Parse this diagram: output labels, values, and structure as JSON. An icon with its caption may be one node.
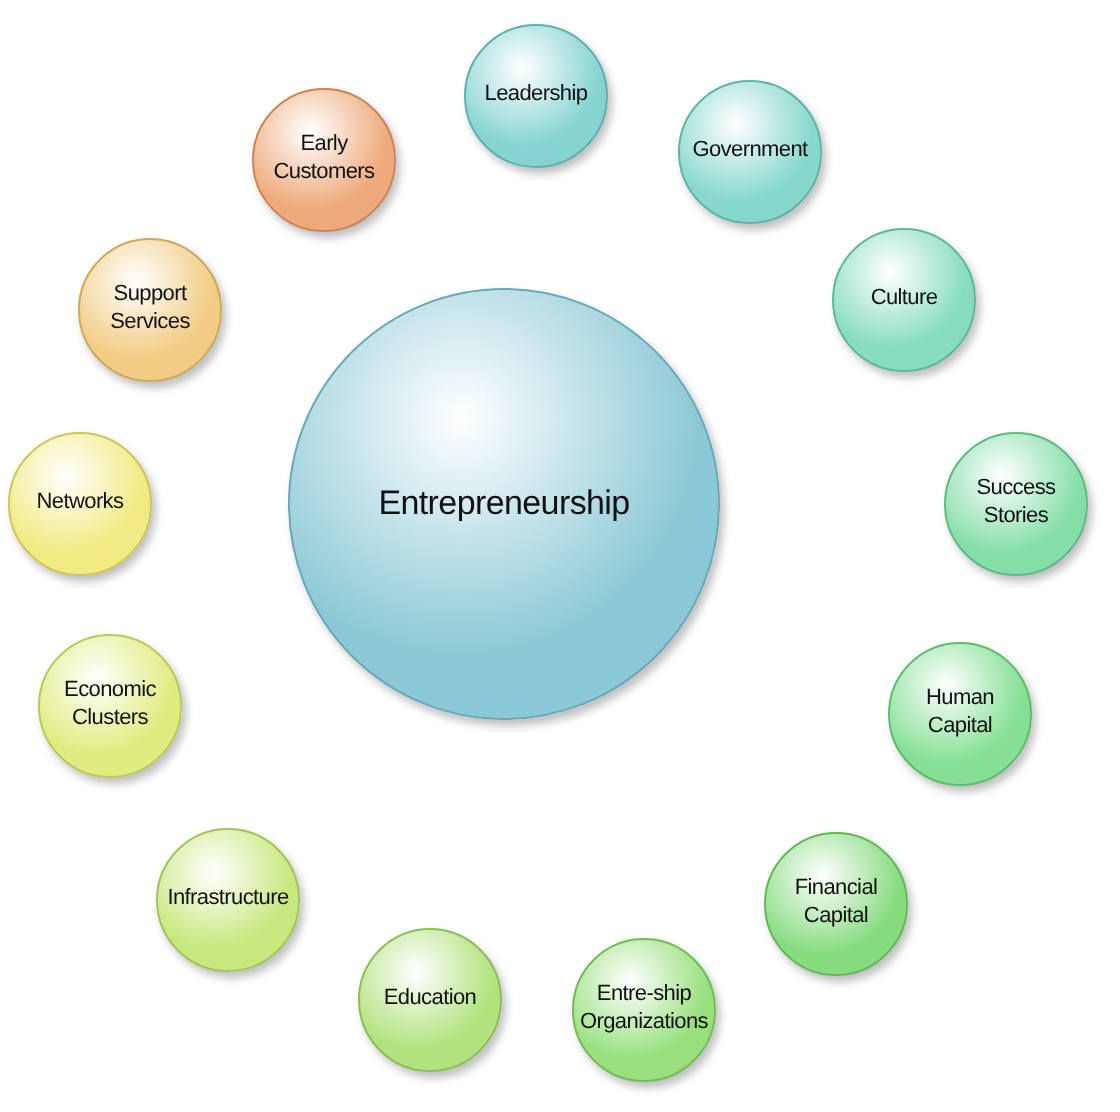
{
  "diagram": {
    "nodes": [
      {
        "text": [
          "Entrepreneurship"
        ]
      },
      {
        "text": [
          "Leadership"
        ]
      },
      {
        "text": [
          "Government"
        ]
      },
      {
        "text": [
          "Culture"
        ]
      },
      {
        "text": [
          "Success Stories"
        ]
      },
      {
        "text": [
          "Human Capital"
        ]
      },
      {
        "text": [
          "Financial Capital"
        ]
      },
      {
        "text": [
          "Entre-ship Organizations"
        ]
      },
      {
        "text": [
          "Education"
        ]
      },
      {
        "text": [
          "Infrastructure"
        ]
      },
      {
        "text": [
          "Economic Clusters"
        ]
      },
      {
        "text": [
          "Networks"
        ]
      },
      {
        "text": [
          "Support Services"
        ]
      },
      {
        "text": [
          "Early Customers"
        ]
      }
    ]
  }
}
